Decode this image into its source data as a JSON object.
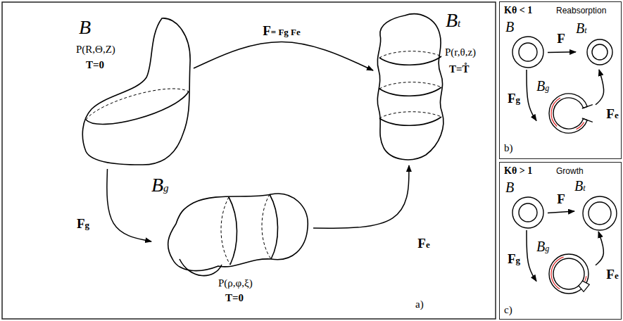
{
  "diagram": {
    "nodes": [
      {
        "text": [
          "B",
          "P(R,Θ,Z)",
          "T=0"
        ]
      },
      {
        "text": [
          "Bt",
          "P(r,θ,z)",
          "T=T̊"
        ]
      },
      {
        "text": [
          "Bg",
          "P(ρ,φ,ξ)",
          "T=0"
        ]
      },
      {
        "text": [
          "Kθ < 1",
          "Reabsorption"
        ]
      },
      {
        "text": [
          "B"
        ],
        "in": 3
      },
      {
        "text": [
          "Bt"
        ],
        "in": 3
      },
      {
        "text": [
          "Bg"
        ],
        "in": 3
      },
      {
        "text": [
          "Kθ > 1",
          "Growth"
        ]
      },
      {
        "text": [
          "B"
        ],
        "in": 7
      },
      {
        "text": [
          "Bt"
        ],
        "in": 7
      },
      {
        "text": [
          "Bg"
        ],
        "in": 7
      }
    ],
    "edges": [
      {
        "from": 0,
        "to": 1,
        "arrow": "to",
        "label": "F= Fg Fe"
      },
      {
        "from": 0,
        "to": 2,
        "arrow": "to",
        "label": "Fg"
      },
      {
        "from": 2,
        "to": 1,
        "arrow": "to",
        "label": "Fe"
      },
      {
        "from": 4,
        "to": 5,
        "arrow": "to",
        "label": "F"
      },
      {
        "from": 4,
        "to": 6,
        "arrow": "to",
        "label": "Fg"
      },
      {
        "from": 6,
        "to": 5,
        "arrow": "to",
        "label": "Fe"
      },
      {
        "from": 8,
        "to": 9,
        "arrow": "to",
        "label": "F"
      },
      {
        "from": 8,
        "to": 10,
        "arrow": "to",
        "label": "Fg"
      },
      {
        "from": 10,
        "to": 9,
        "arrow": "to",
        "label": "Fe"
      }
    ],
    "labels": [
      "a)",
      "b)",
      "c)"
    ]
  }
}
